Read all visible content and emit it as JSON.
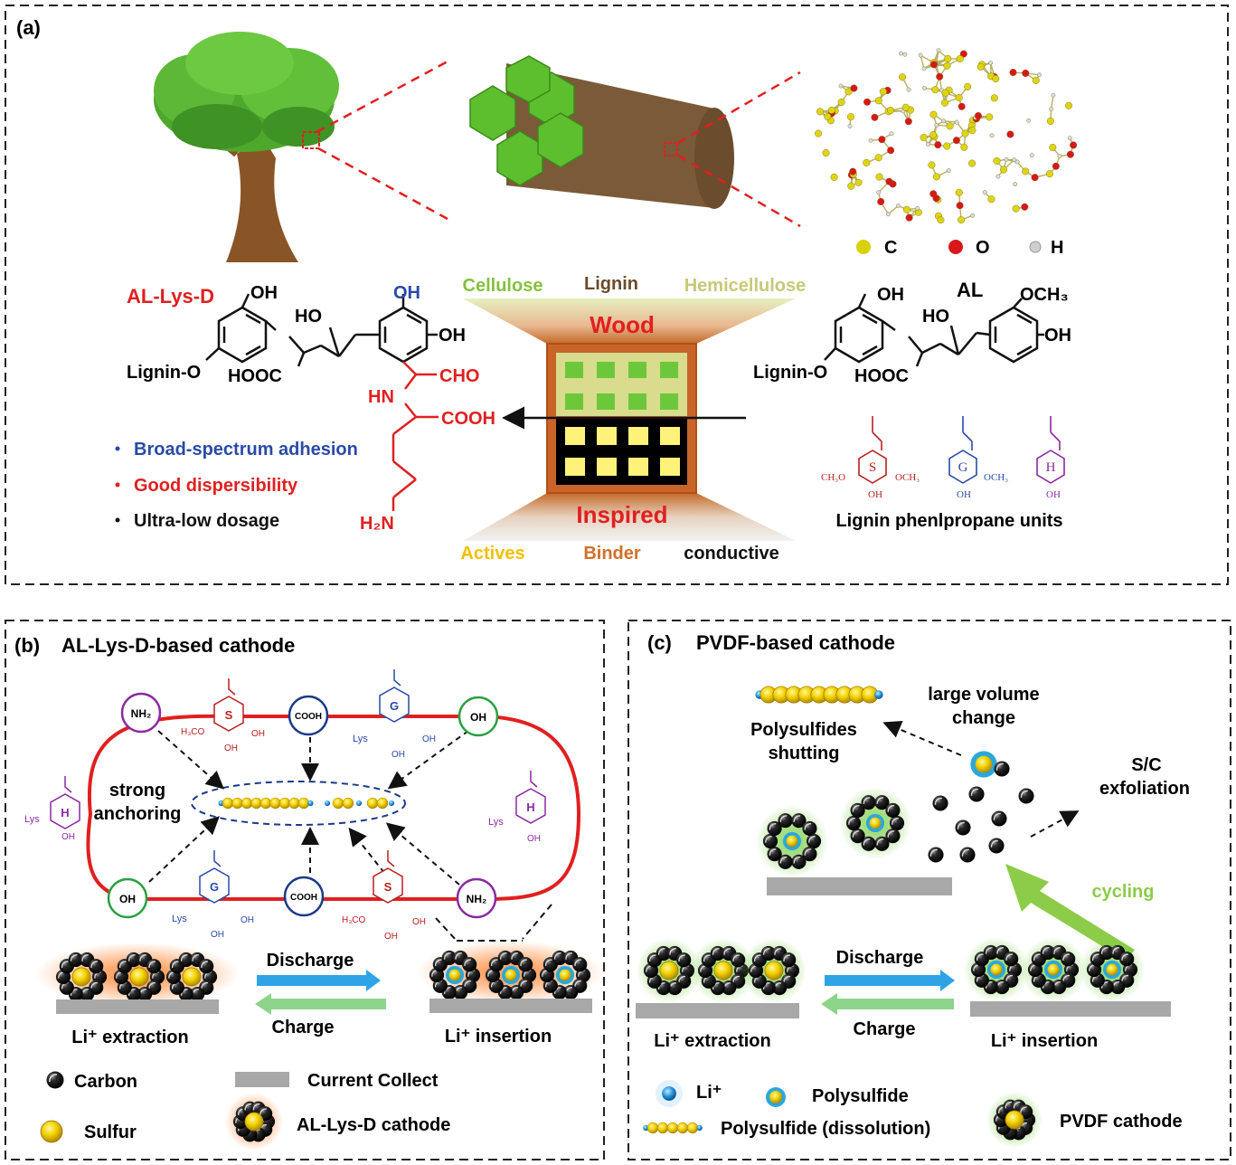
{
  "panel_a": {
    "label": "(a)",
    "atoms": [
      {
        "symbol": "C",
        "color": "#d8d000"
      },
      {
        "symbol": "O",
        "color": "#d81818"
      },
      {
        "symbol": "H",
        "color": "#cfcfcf"
      }
    ],
    "layers": {
      "cellulose": "Cellulose",
      "lignin": "Lignin",
      "hemicellulose": "Hemicellulose",
      "wood": "Wood",
      "inspired": "Inspired",
      "actives": "Actives",
      "binder": "Binder",
      "conductive": "conductive"
    },
    "allysd": {
      "name": "AL-Lys-D",
      "oh1": "OH",
      "oh2": "OH",
      "oh3": "OH",
      "ho": "HO",
      "lignin_o": "Lignin-O",
      "hooc": "HOOC",
      "cho": "CHO",
      "hn": "HN",
      "cooh": "COOH",
      "h2n": "H₂N"
    },
    "al": {
      "name": "AL",
      "oh1": "OH",
      "och3": "OCH₃",
      "ho": "HO",
      "oh2": "OH",
      "lignin_o": "Lignin-O",
      "hooc": "HOOC"
    },
    "features": [
      "Broad-spectrum adhesion",
      "Good dispersibility",
      "Ultra-low dosage"
    ],
    "feature_colors": [
      "#2a4aa8",
      "#e02020",
      "#111111"
    ],
    "units": {
      "s": {
        "letter": "S",
        "left": "CH₃O",
        "right": "OCH₃",
        "bottom": "OH"
      },
      "g": {
        "letter": "G",
        "right": "OCH₃",
        "bottom": "OH"
      },
      "h": {
        "letter": "H",
        "bottom": "OH"
      },
      "caption": "Lignin phenlpropane units"
    }
  },
  "panel_b": {
    "label": "(b)",
    "title": "AL-Lys-D-based cathode",
    "groups": {
      "nh2": "NH₂",
      "cooh": "COOH",
      "oh": "OH"
    },
    "unit_labels": {
      "s": "S",
      "g": "G",
      "h": "H",
      "h3co": "H₃CO",
      "oh": "OH",
      "lys": "Lys"
    },
    "anchoring": [
      "strong",
      "anchoring"
    ],
    "discharge": "Discharge",
    "charge": "Charge",
    "extraction": "Li⁺ extraction",
    "insertion": "Li⁺ insertion",
    "legend": {
      "carbon": "Carbon",
      "sulfur": "Sulfur",
      "current": "Current Collect",
      "cathode": "AL-Lys-D cathode"
    }
  },
  "panel_c": {
    "label": "(c)",
    "title": "PVDF-based cathode",
    "volume": [
      "large volume",
      "change"
    ],
    "shuttle": [
      "Polysulfides",
      "shutting"
    ],
    "exfoliation": [
      "S/C",
      "exfoliation"
    ],
    "cycling": "cycling",
    "discharge": "Discharge",
    "charge": "Charge",
    "extraction": "Li⁺ extraction",
    "insertion": "Li⁺ insertion",
    "legend": {
      "li": "Li⁺",
      "polysulfide": "Polysulfide",
      "dissolution": "Polysulfide  (dissolution)",
      "pvdf": "PVDF cathode"
    }
  }
}
